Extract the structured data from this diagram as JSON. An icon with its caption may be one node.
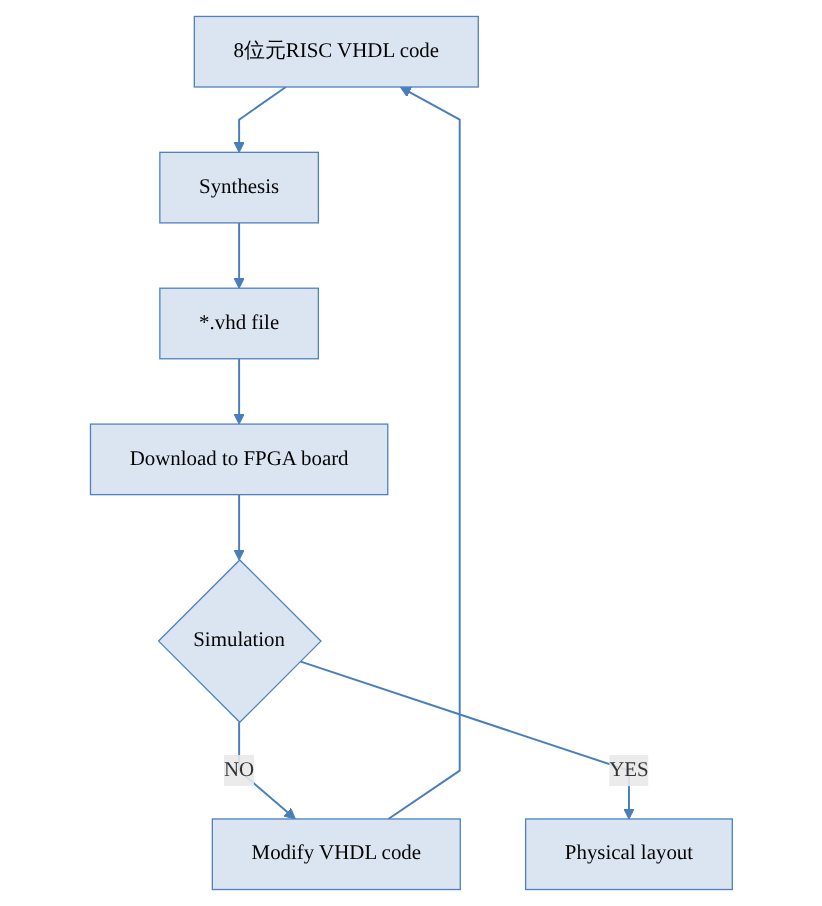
{
  "diagram": {
    "nodes": [
      {
        "text": [
          "8位元RISC VHDL code"
        ]
      },
      {
        "text": [
          "Synthesis"
        ]
      },
      {
        "text": [
          "*.vhd file"
        ]
      },
      {
        "text": [
          "Download to FPGA board"
        ]
      },
      {
        "text": [
          "Simulation"
        ]
      },
      {
        "text": [
          "Physical layout"
        ]
      },
      {
        "text": [
          "Modify VHDL code"
        ]
      }
    ],
    "edges": [
      {
        "from": 0,
        "to": 1,
        "arrow": "to"
      },
      {
        "from": 1,
        "to": 2,
        "arrow": "to"
      },
      {
        "from": 2,
        "to": 3,
        "arrow": "to"
      },
      {
        "from": 3,
        "to": 4,
        "arrow": "to"
      },
      {
        "from": 4,
        "to": 6,
        "arrow": "to",
        "label": "NO"
      },
      {
        "from": 4,
        "to": 5,
        "arrow": "to",
        "label": "YES"
      },
      {
        "from": 6,
        "to": 0,
        "arrow": "to"
      }
    ]
  }
}
